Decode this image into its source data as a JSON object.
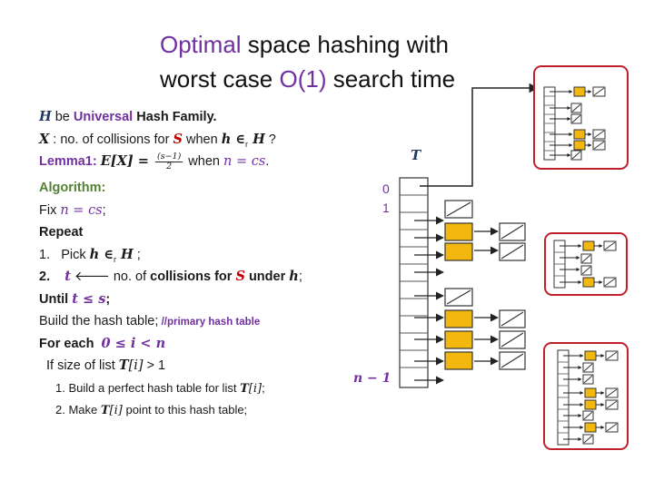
{
  "title": {
    "line1_accent": "Optimal",
    "line1_rest": " space hashing with",
    "line2_start": "worst case ",
    "line2_accent": "O(1)",
    "line2_end": " search time"
  },
  "algo": {
    "l1_H": "H",
    "l1_be": " be ",
    "l1_universal": "Universal",
    "l1_rest": " Hash Family.",
    "l2_X": "X",
    "l2_a": " : no. of collisions for ",
    "l2_S": "S",
    "l2_b": " when ",
    "l2_h": "h ∈",
    "l2_r": "r",
    "l2_H": " H",
    "l2_q": " ?",
    "lemma_label": "Lemma1:",
    "lemma_expr": "E[X] = ",
    "lemma_num": "(s−1)",
    "lemma_den": "2",
    "lemma_when": " when ",
    "lemma_cond": "n = cs",
    "lemma_dot": ".",
    "algo_label": "Algorithm:",
    "fix_word": "Fix ",
    "fix_expr": "n = cs",
    "fix_semi": ";",
    "repeat": "Repeat",
    "s1_num": "1.",
    "s1_pick": "Pick ",
    "s1_h": "h ∈",
    "s1_r": "r",
    "s1_H": " H",
    "s1_semi": " ;",
    "s2_num": "2.",
    "s2_t": "t",
    "s2_arrow": " 🡐 no. of ",
    "s2_coll": "collisions for ",
    "s2_S": "S",
    "s2_under": " under ",
    "s2_h": "h",
    "s2_semi": ";",
    "until_word": "Until ",
    "until_expr": "t ≤ s",
    "until_semi": ";",
    "build": "Build the hash table;",
    "build_comment": " //primary hash table",
    "for_word": "For each ",
    "for_expr": "0 ≤ i < n",
    "if_line_a": "If size of list ",
    "if_T": "T",
    "if_idx": "[i]",
    "if_line_b": " > 1",
    "sub1_a": "1. Build a perfect hash table for list ",
    "sub1_T": "T",
    "sub1_idx": "[i]",
    "sub1_semi": ";",
    "sub2_a": "2. Make ",
    "sub2_T": "T",
    "sub2_idx": "[i]",
    "sub2_b": " point to this hash table;"
  },
  "diagram": {
    "table_label": "T",
    "idx0": "0",
    "idx1": "1",
    "idx_last": "n − 1"
  },
  "colors": {
    "purple": "#7030a0",
    "red": "#c00000",
    "cell_yellow": "#f2b80f",
    "secondary_border": "#c0202a",
    "arrow": "#222222"
  }
}
